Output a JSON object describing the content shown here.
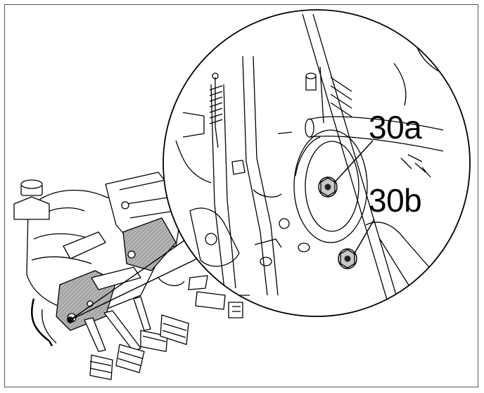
{
  "callouts": [
    {
      "id": "a",
      "text": "30a"
    },
    {
      "id": "b",
      "text": "30b"
    }
  ],
  "colors": {
    "line": "#000000",
    "shade": "#9a9a9a",
    "frame": "#555555"
  },
  "icons": [
    "bolt-icon",
    "bolt-icon"
  ]
}
